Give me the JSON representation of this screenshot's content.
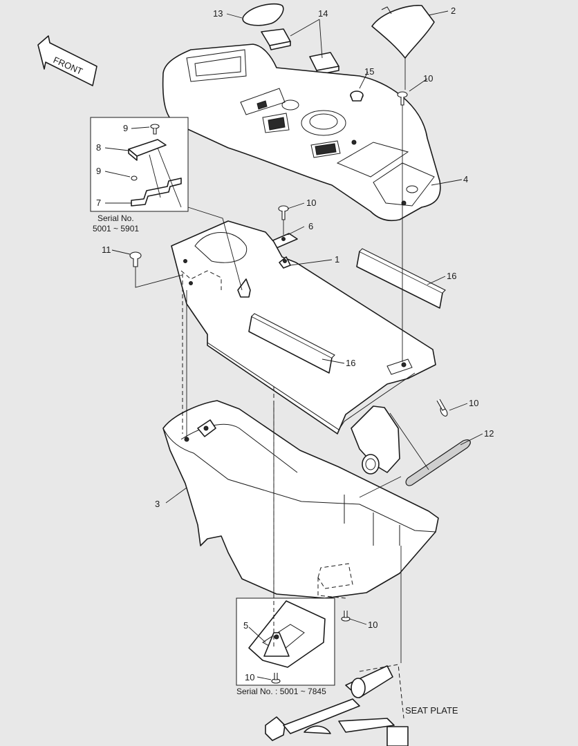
{
  "front_arrow": {
    "label": "FRONT"
  },
  "callouts": {
    "c1": "1",
    "c2": "2",
    "c3": "3",
    "c4": "4",
    "c5": "5",
    "c6": "6",
    "c7": "7",
    "c8": "8",
    "c9a": "9",
    "c9b": "9",
    "c10a": "10",
    "c10b": "10",
    "c10c": "10",
    "c10d": "10",
    "c10e": "10",
    "c11": "11",
    "c12": "12",
    "c13": "13",
    "c14": "14",
    "c15": "15",
    "c16a": "16",
    "c16b": "16"
  },
  "inset_top": {
    "serial_label": "Serial No.",
    "serial_range": "5001 ~ 5901"
  },
  "inset_bottom": {
    "serial_text": "Serial No. : 5001 ~ 7845"
  },
  "seat_plate_label": "SEAT PLATE"
}
